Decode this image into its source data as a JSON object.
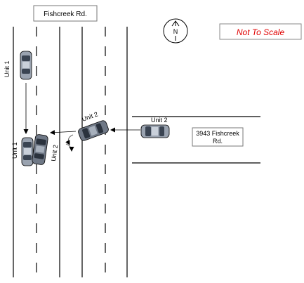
{
  "street_label": "Fishcreek Rd.",
  "north_label": "N",
  "scale_note": "Not To Scale",
  "scale_note_color": "#e00000",
  "address_label": [
    "3943 Fishcreek",
    "Rd."
  ],
  "units": {
    "unit1_label": "Unit 1",
    "unit2_label": "Unit 2"
  },
  "icons": [
    "north-arrow-icon",
    "car-icon",
    "rotation-arrow-icon",
    "travel-arrow-icon"
  ]
}
